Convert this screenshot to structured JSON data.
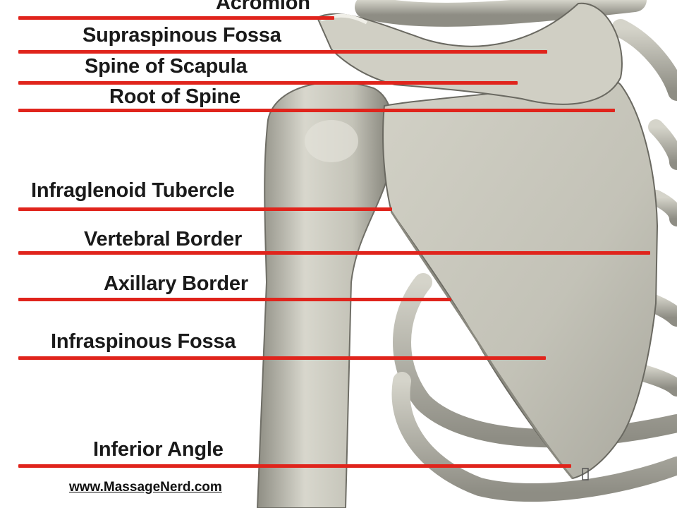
{
  "labels": {
    "acromion": "Acromion",
    "supraspinous_fossa": "Supraspinous Fossa",
    "spine_of_scapula": "Spine of Scapula",
    "root_of_spine": "Root of Spine",
    "infraglenoid_tubercle": "Infraglenoid Tubercle",
    "vertebral_border": "Vertebral Border",
    "axillary_border": "Axillary Border",
    "infraspinous_fossa": "Infraspinous Fossa",
    "inferior_angle": "Inferior Angle"
  },
  "footer": {
    "site": "www.MassageNerd.com"
  },
  "colors": {
    "leader": "#e0241c",
    "bone": "#c9c8bd",
    "background": "#ffffff"
  }
}
